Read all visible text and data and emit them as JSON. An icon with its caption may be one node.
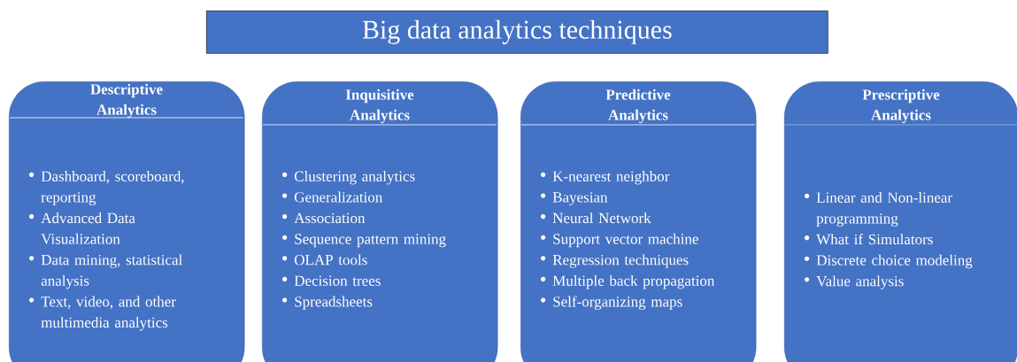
{
  "diagram": {
    "nodes": [
      {
        "text": [
          "Big data analytics techniques"
        ]
      },
      {
        "text": [
          "Descriptive Analytics",
          "Dashboard, scoreboard, reporting",
          "Advanced Data Visualization",
          "Data mining, statistical analysis",
          "Text, video, and other multimedia analytics"
        ]
      },
      {
        "text": [
          "Inquisitive Analytics",
          "Clustering analytics",
          "Generalization",
          "Association",
          "Sequence pattern mining",
          "OLAP tools",
          "Decision trees",
          "Spreadsheets"
        ]
      },
      {
        "text": [
          "Predictive Analytics",
          "K-nearest neighbor",
          "Bayesian",
          "Neural Network",
          "Support vector machine",
          "Regression techniques",
          "Multiple back propagation",
          "Self-organizing maps"
        ]
      },
      {
        "text": [
          "Prescriptive Analytics",
          "Linear and Non-linear programming",
          "What if Simulators",
          "Discrete choice modeling",
          "Value analysis"
        ]
      }
    ]
  }
}
